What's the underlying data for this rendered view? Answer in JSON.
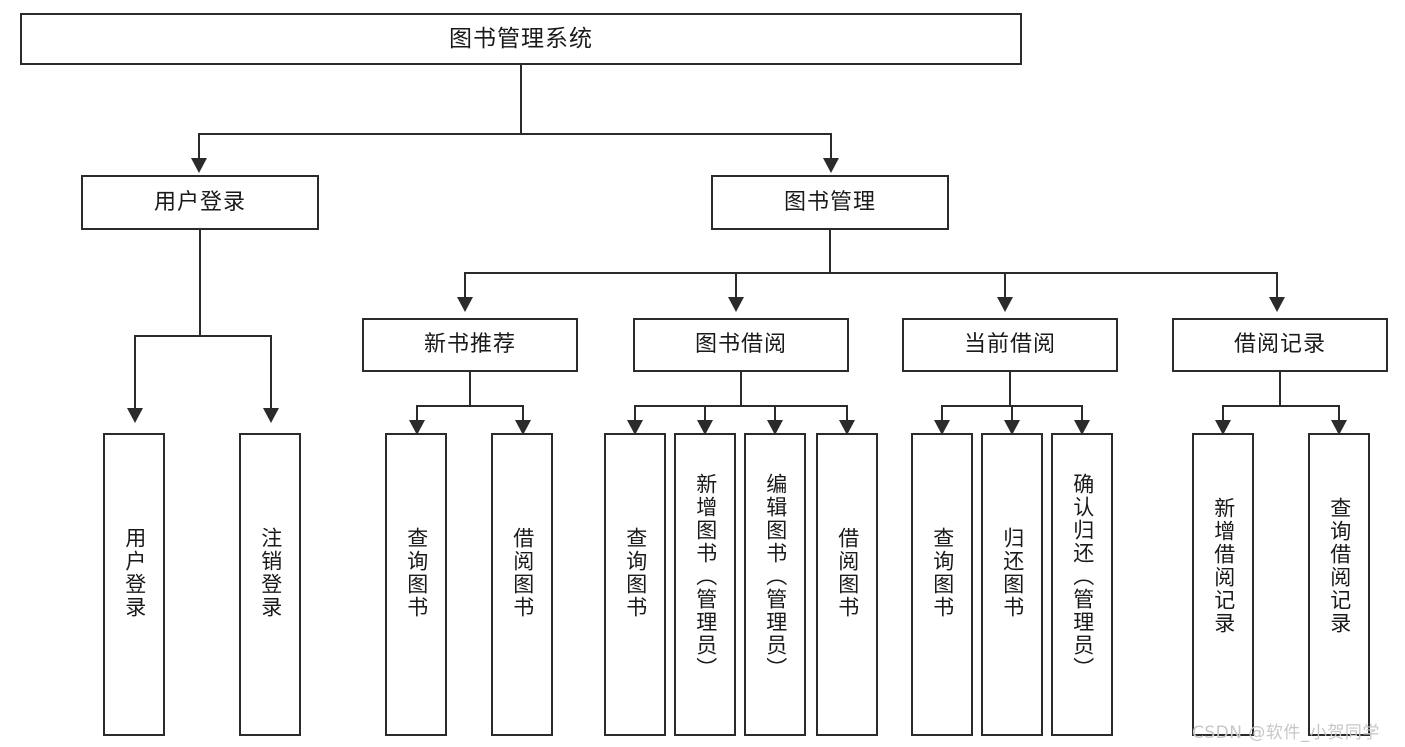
{
  "diagram": {
    "title": "图书管理系统",
    "type": "functional-structure-tree",
    "colors": {
      "stroke": "#2b2b2b",
      "fill": "#ffffff",
      "text": "#1a1a1a",
      "watermark": "#c7c7c7"
    },
    "root": {
      "label": "图书管理系统"
    },
    "level1": [
      {
        "label": "用户登录"
      },
      {
        "label": "图书管理"
      }
    ],
    "level2": [
      {
        "label": "新书推荐"
      },
      {
        "label": "图书借阅"
      },
      {
        "label": "当前借阅"
      },
      {
        "label": "借阅记录"
      }
    ],
    "leaves": {
      "user_login": [
        {
          "label": "用户登录"
        },
        {
          "label": "注销登录"
        }
      ],
      "new_book": [
        {
          "label": "查询图书"
        },
        {
          "label": "借阅图书"
        }
      ],
      "borrow": [
        {
          "label": "查询图书"
        },
        {
          "label": "新增图书（管理员）"
        },
        {
          "label": "编辑图书（管理员）"
        },
        {
          "label": "借阅图书"
        }
      ],
      "current": [
        {
          "label": "查询图书"
        },
        {
          "label": "归还图书"
        },
        {
          "label": "确认归还（管理员）"
        }
      ],
      "records": [
        {
          "label": "新增借阅记录"
        },
        {
          "label": "查询借阅记录"
        }
      ]
    }
  },
  "watermark": {
    "text": "CSDN @软件_小贺同学"
  }
}
